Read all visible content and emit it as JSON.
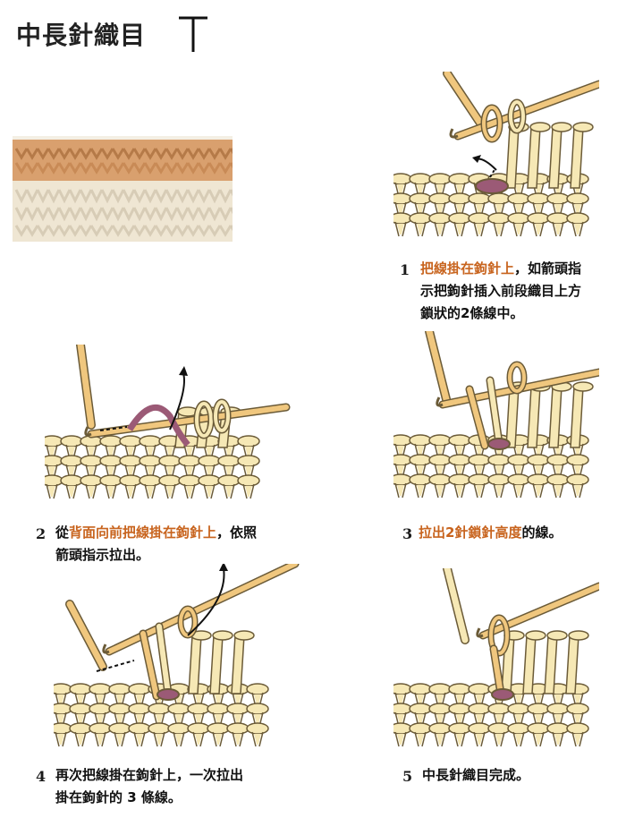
{
  "title": "中長針織目",
  "symbol": "T",
  "colors": {
    "yarn": "#f6e8b5",
    "yarn_outline": "#6b5b38",
    "hook": "#f0c77e",
    "loop_accent": "#9b5a76",
    "highlight": "#c8641e",
    "swatch_tan": "#d9a06e",
    "swatch_cream": "#efe6d3"
  },
  "steps": [
    {
      "number": "1",
      "lines": [
        {
          "highlight": "把線掛在鉤針上",
          "rest": "，如箭頭指"
        },
        {
          "highlight": "",
          "rest": "示把鉤針插入前段織目上方"
        },
        {
          "highlight": "",
          "rest": "鎖狀的2條線中。"
        }
      ]
    },
    {
      "number": "2",
      "lines": [
        {
          "prefix": "從",
          "highlight": "背面向前把線掛在鉤針上",
          "rest": "，依照"
        },
        {
          "prefix": "",
          "highlight": "",
          "rest": "箭頭指示拉出。"
        }
      ]
    },
    {
      "number": "3",
      "lines": [
        {
          "highlight": "拉出2針鎖針高度",
          "rest": "的線。"
        }
      ]
    },
    {
      "number": "4",
      "lines": [
        {
          "highlight": "",
          "rest": "再次把線掛在鉤針上，一次拉出"
        },
        {
          "highlight": "",
          "rest": "掛在鉤針的 3 條線。"
        }
      ]
    },
    {
      "number": "5",
      "lines": [
        {
          "highlight": "",
          "rest": "中長針織目完成。"
        }
      ]
    }
  ]
}
